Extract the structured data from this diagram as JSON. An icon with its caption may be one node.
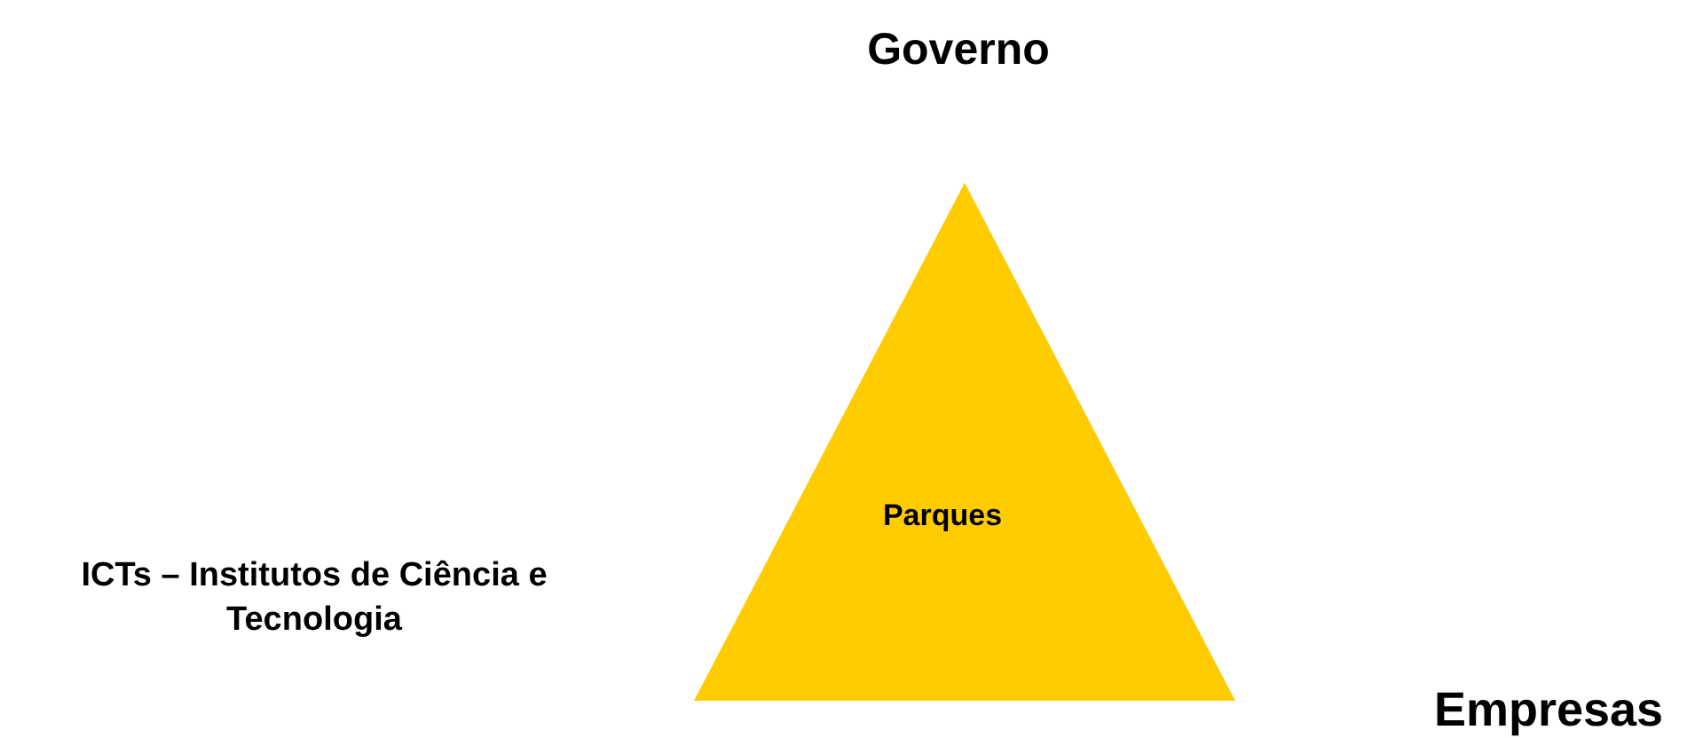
{
  "diagram": {
    "nodes": [
      {
        "text": [
          "Parques"
        ]
      }
    ],
    "labels": [
      "Governo",
      "ICTs – Institutos de Ciência e Tecnologia",
      "Empresas"
    ]
  }
}
